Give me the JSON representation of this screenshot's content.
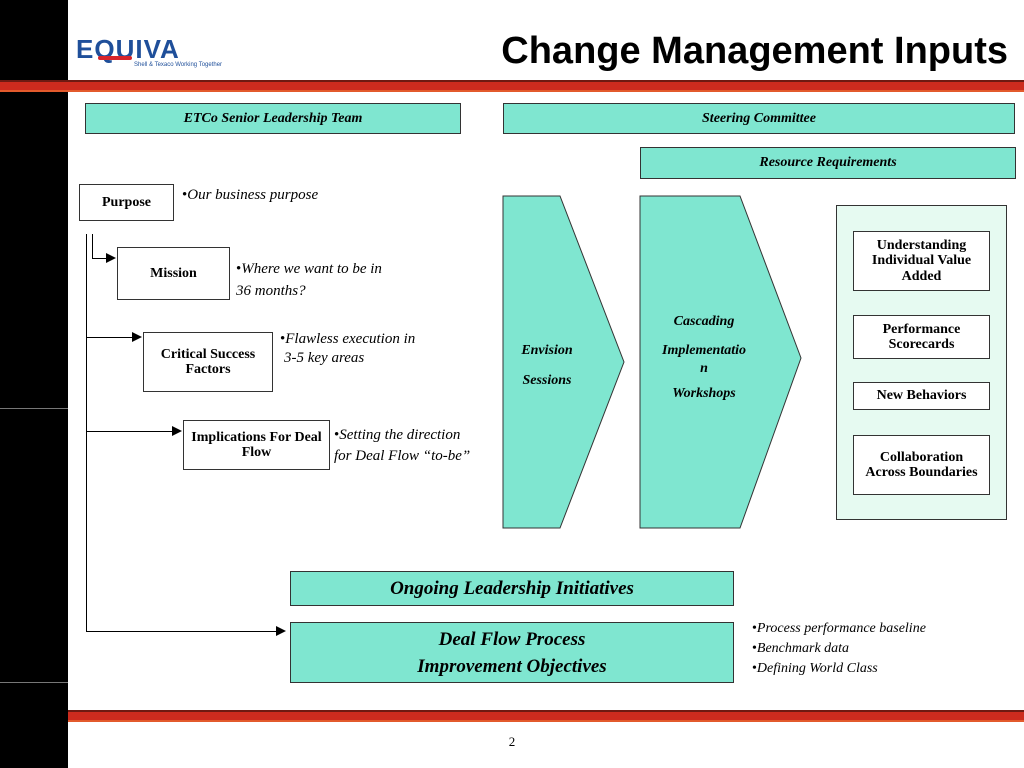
{
  "header": {
    "logo_name": "EQUIVA",
    "logo_tagline": "Shell & Texaco Working Together",
    "title": "Change Management Inputs"
  },
  "top_boxes": {
    "leadership": "ETCo Senior Leadership Team",
    "steering": "Steering Committee",
    "resources": "Resource Requirements"
  },
  "hierarchy": [
    {
      "label": "Purpose",
      "note_lines": [
        "Our business purpose"
      ]
    },
    {
      "label": "Mission",
      "note_lines": [
        "Where we want to be in",
        "36 months?"
      ]
    },
    {
      "label": "Critical Success Factors",
      "note_lines": [
        "Flawless execution in",
        "3-5 key areas"
      ]
    },
    {
      "label": "Implications For Deal Flow",
      "note_lines": [
        "Setting the direction",
        "for Deal Flow “to-be”"
      ]
    }
  ],
  "chevrons": {
    "envision": {
      "line1": "Envision",
      "line2": "Sessions"
    },
    "cascading": {
      "line1": "Cascading",
      "line2": "Implementatio",
      "line3": "n",
      "line4": "Workshops"
    }
  },
  "outcomes": [
    "Understanding Individual Value Added",
    "Performance Scorecards",
    "New Behaviors",
    "Collaboration Across Boundaries"
  ],
  "bottom": {
    "ongoing": "Ongoing Leadership Initiatives",
    "deal_flow_line1": "Deal Flow Process",
    "deal_flow_line2": "Improvement Objectives",
    "bullets": [
      "Process performance baseline",
      "Benchmark data",
      "Defining World Class"
    ]
  },
  "footer": {
    "page_number": "2"
  },
  "colors": {
    "teal": "#7fe6d0",
    "panel": "#e6faf1",
    "rule": "#cc2b1e",
    "logo_blue": "#1f4f9a"
  }
}
